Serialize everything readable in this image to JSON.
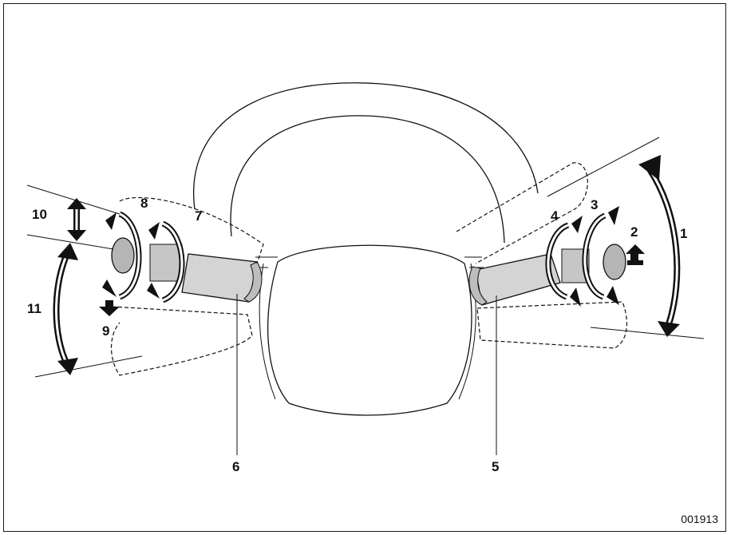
{
  "figure": {
    "code": "001913",
    "callouts": [
      "1",
      "2",
      "3",
      "4",
      "5",
      "6",
      "7",
      "8",
      "9",
      "10",
      "11"
    ]
  },
  "colors": {
    "line": "#111111",
    "lever": "#d4d4d4",
    "lever_end": "#b5b5b5",
    "arrow": "#111111"
  }
}
